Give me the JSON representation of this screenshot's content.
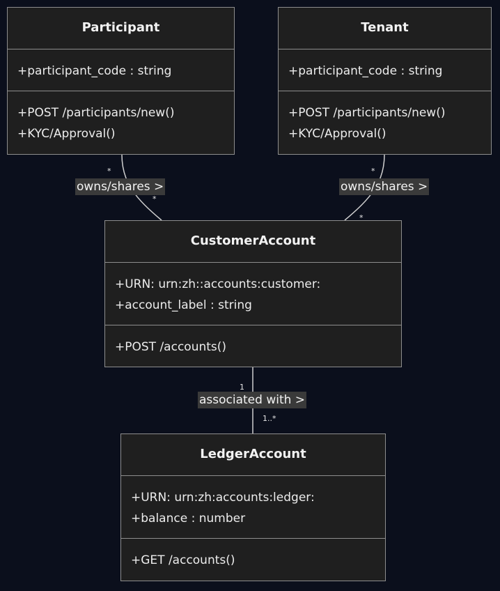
{
  "classes": {
    "participant": {
      "name": "Participant",
      "attributes": [
        "+participant_code : string"
      ],
      "methods": [
        "+POST /participants/new()",
        "+KYC/Approval()"
      ]
    },
    "tenant": {
      "name": "Tenant",
      "attributes": [
        "+participant_code : string"
      ],
      "methods": [
        "+POST /participants/new()",
        "+KYC/Approval()"
      ]
    },
    "customer_account": {
      "name": "CustomerAccount",
      "attributes": [
        "+URN: urn:zh::accounts:customer:",
        "+account_label : string"
      ],
      "methods": [
        "+POST /accounts()"
      ]
    },
    "ledger_account": {
      "name": "LedgerAccount",
      "attributes": [
        "+URN: urn:zh:accounts:ledger:",
        "+balance : number"
      ],
      "methods": [
        "+GET /accounts()"
      ]
    }
  },
  "relations": {
    "participant_customer": {
      "label": "owns/shares >",
      "from_multiplicity": "*",
      "to_multiplicity": "*"
    },
    "tenant_customer": {
      "label": "owns/shares >",
      "from_multiplicity": "*",
      "to_multiplicity": "*"
    },
    "customer_ledger": {
      "label": "associated with >",
      "from_multiplicity": "1",
      "to_multiplicity": "1..*"
    }
  },
  "colors": {
    "background": "#0b0f1c",
    "box_fill": "#1f1f1f",
    "box_border": "#8e8e8e",
    "text": "#ececec",
    "label_fill": "#3a3a3a",
    "line": "#cfcfcf"
  }
}
